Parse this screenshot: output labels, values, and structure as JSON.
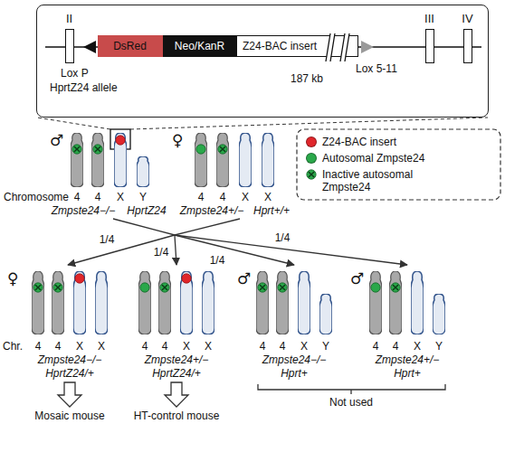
{
  "diagram": {
    "nodes": [
      {
        "text": [
          "Lox P",
          "HprtZ24 allele",
          "187 kb",
          "Lox 5-11"
        ]
      },
      {
        "text": [
          "II"
        ],
        "in": 0
      },
      {
        "text": [
          "DsRed"
        ],
        "in": 0
      },
      {
        "text": [
          "Neo/KanR"
        ],
        "in": 0
      },
      {
        "text": [
          "Z24-BAC insert"
        ],
        "in": 0
      },
      {
        "text": [
          "III"
        ],
        "in": 0
      },
      {
        "text": [
          "IV"
        ],
        "in": 0
      }
    ],
    "labels": [
      "♂",
      "Chromosome",
      "4",
      "4",
      "X",
      "Y",
      "Zmpste24−/−",
      "HprtZ24",
      "♀",
      "4",
      "4",
      "X",
      "X",
      "Zmpste24+/−",
      "Hprt+/+",
      "1/4",
      "1/4",
      "1/4",
      "1/4",
      "♀",
      "Chr.",
      "4",
      "4",
      "X",
      "X",
      "Zmpste24−/−",
      "HprtZ24/+",
      "Mosaic mouse",
      "4",
      "4",
      "X",
      "X",
      "Zmpste24+/−",
      "HprtZ24/+",
      "HT-control mouse",
      "♂",
      "4",
      "4",
      "X",
      "Y",
      "Zmpste24−/−",
      "Hprt+",
      "♂",
      "4",
      "4",
      "X",
      "Y",
      "Zmpste24+/−",
      "Hprt+",
      "Not used"
    ],
    "legend": [
      {
        "text": "Z24-BAC insert",
        "color": "#e0262b"
      },
      {
        "text": "Autosomal Zmpste24",
        "color": "#2aa84a"
      },
      {
        "text": "Inactive autosomal Zmpste24"
      }
    ]
  }
}
